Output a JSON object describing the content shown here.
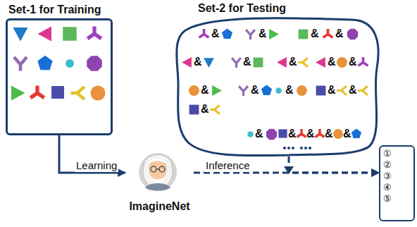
{
  "diagram": {
    "nodes": [
      {
        "text": [
          "Set-1 for Training"
        ]
      },
      {
        "text": [
          "Set-2 for Testing"
        ]
      },
      {
        "text": [
          "ImagineNet"
        ]
      },
      {
        "text": [
          "①",
          "②",
          "③",
          "④",
          "⑤"
        ]
      }
    ],
    "edges": [
      {
        "from": 0,
        "to": 2,
        "label": "Learning",
        "arrow": "to"
      },
      {
        "from": 2,
        "to": 3,
        "label": "Inference",
        "arrow": "to"
      },
      {
        "from": 1,
        "to": 3,
        "arrow": "to"
      }
    ],
    "labels": [
      "&",
      "&",
      "&",
      "&",
      "&",
      "&",
      "&",
      "&",
      "&",
      "&",
      "&",
      "&",
      "&",
      "&",
      "&",
      "&",
      "&",
      "&",
      "&",
      "&"
    ]
  }
}
